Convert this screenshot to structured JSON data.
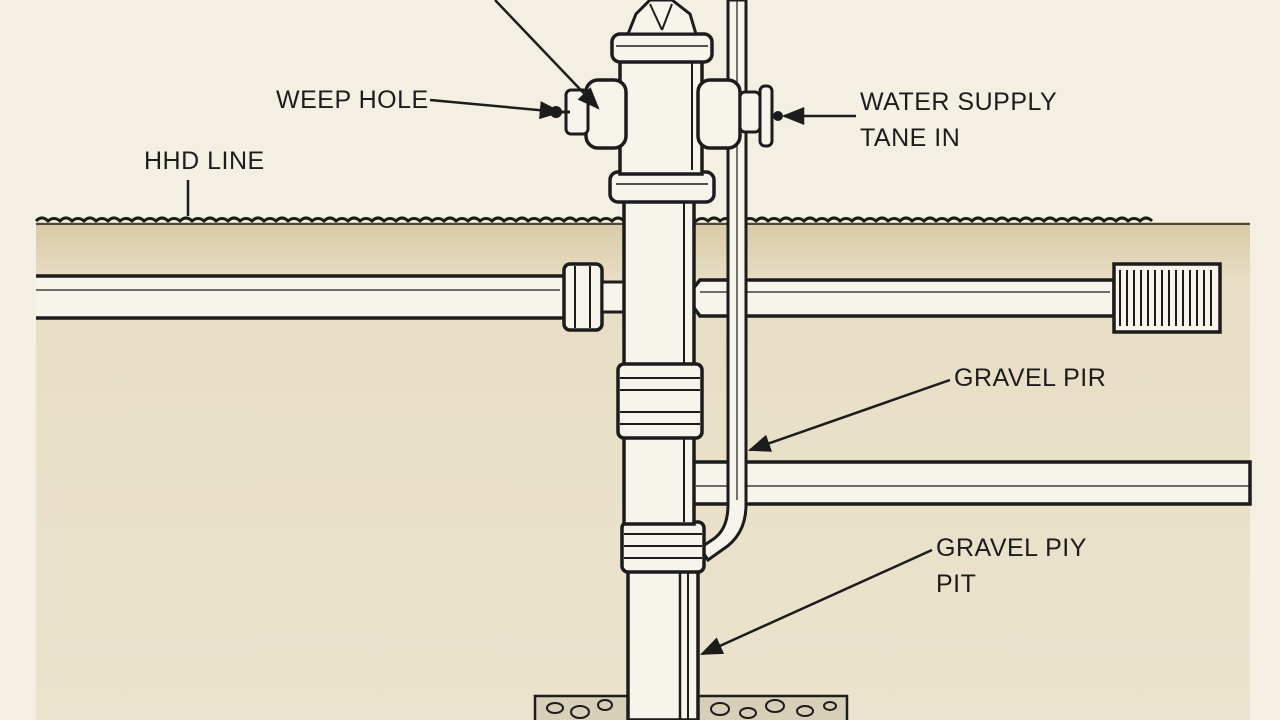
{
  "labels": {
    "weep_hole": "WEEP HOLE",
    "hhd_line": "HHD LINE",
    "water_supply_line1": "WATER SUPPLY",
    "water_supply_line2": "TANE IN",
    "gravel_pir": "GRAVEL PIR",
    "gravel_piy_line1": "GRAVEL PIY",
    "gravel_piy_line2": "PIT"
  },
  "colors": {
    "background": "#f3efe3",
    "soil": "#e6dbc0",
    "soil_top": "#d9ccaa",
    "pipe_fill": "#f7f4ec",
    "ink": "#1c1c1c",
    "gravel": "#d8cfb8"
  }
}
